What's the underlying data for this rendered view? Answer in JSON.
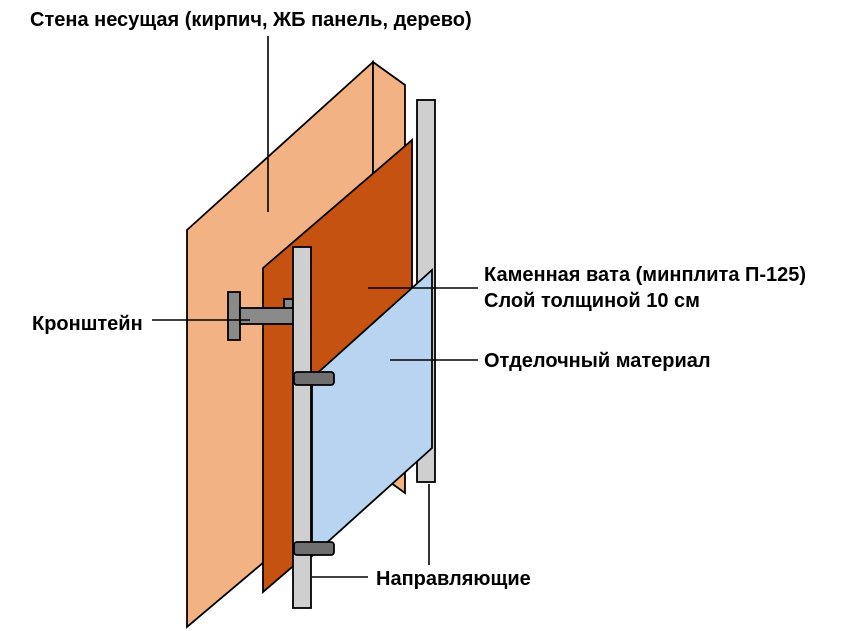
{
  "labels": {
    "wall": "Стена несущая (кирпич, ЖБ панель, дерево)",
    "bracket": "Кронштейн",
    "insulation_line1": "Каменная вата (минплита П-125)",
    "insulation_line2": "Слой толщиной 10 см",
    "finish": "Отделочный материал",
    "rails": "Направляющие"
  },
  "colors": {
    "background": "#FFFFFF",
    "wall": "#F3B284",
    "insulation": "#C55211",
    "finish_panel": "#B9D4F1",
    "rail": "#CFCFCF",
    "bracket": "#8A8A8A",
    "fastener": "#6F6F6F",
    "outline": "#000000",
    "leader": "#000000",
    "text": "#000000"
  }
}
